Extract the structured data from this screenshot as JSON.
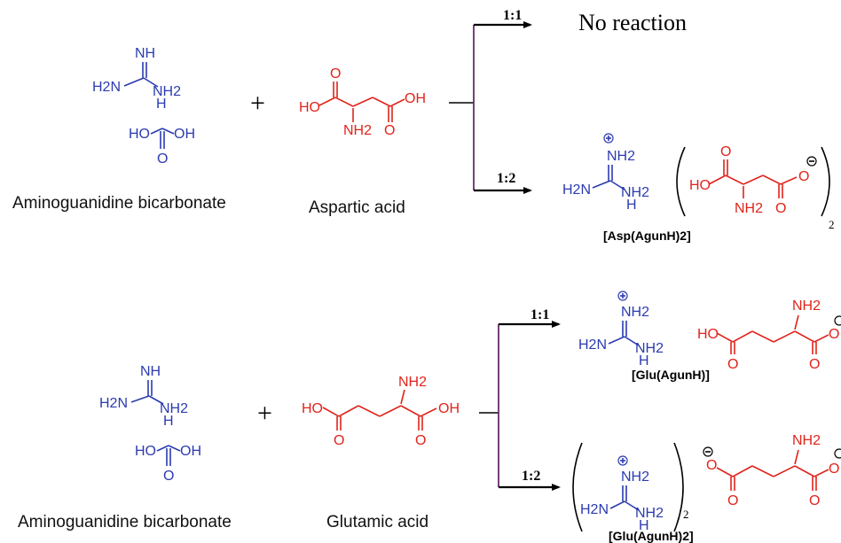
{
  "labels": {
    "aminoguanidine_bicarbonate": "Aminoguanidine bicarbonate",
    "aspartic_acid": "Aspartic acid",
    "glutamic_acid": "Glutamic acid"
  },
  "atoms": {
    "nh": "NH",
    "h2n": "H2N",
    "h": "H",
    "nh2": "NH2",
    "ho": "HO",
    "oh": "OH",
    "o": "O"
  },
  "ratios": {
    "r11": "1:1",
    "r12": "1:2"
  },
  "results": {
    "no_reaction": "No reaction",
    "asp_product": "[Asp(AgunH)2]",
    "glu_product_1": "[Glu(AgunH)]",
    "glu_product_2": "[Glu(AgunH)2]"
  },
  "symbols": {
    "plus": "+",
    "subscript_2": "2"
  },
  "colors": {
    "aminoguanidine": "#2b3bb0",
    "amino_acid": "#e0241b"
  }
}
